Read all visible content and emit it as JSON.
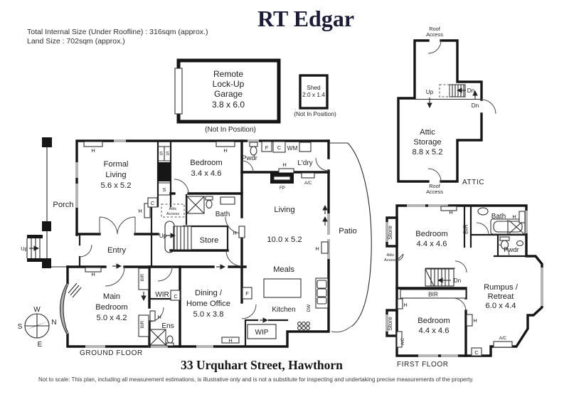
{
  "header": {
    "brand": "RT Edgar",
    "total_size": "Total Internal Size (Under Roofline) : 316sqm (approx.)",
    "land_size": "Land Size : 702sqm (approx.)"
  },
  "outbuildings": {
    "garage": {
      "l1": "Remote",
      "l2": "Lock-Up",
      "l3": "Garage",
      "dims": "3.8 x 6.0",
      "note": "(Not In Position)"
    },
    "shed": {
      "name": "Shed",
      "dims": "2.0 x 1.4",
      "note": "(Not In Position)"
    }
  },
  "attic": {
    "l1": "Attic",
    "l2": "Storage",
    "dims": "8.8 x 5.2",
    "roof1": "Roof",
    "roof2": "Access",
    "label": "ATTIC"
  },
  "ground": {
    "label": "GROUND FLOOR",
    "porch": "Porch",
    "entry": "Entry",
    "formal1": "Formal",
    "formal2": "Living",
    "formal_dims": "5.6 x 5.2",
    "bed1": "Bedroom",
    "bed_dims": "3.4 x 4.6",
    "pwdr": "Pwdr",
    "ldry": "L'dry",
    "bath": "Bath",
    "store": "Store",
    "attic1": "Attic",
    "attic2": "Access",
    "living": "Living",
    "living_dims": "10.0 x 5.2",
    "meals": "Meals",
    "kitchen": "Kitchen",
    "patio": "Patio",
    "wip": "WIP",
    "main1": "Main",
    "main2": "Bedroom",
    "main_dims": "5.0 x 4.2",
    "wir": "WIR",
    "ens": "Ens",
    "dining1": "Dining /",
    "dining2": "Home Office",
    "dining_dims": "5.0 x 3.8"
  },
  "first": {
    "label": "FIRST FLOOR",
    "bed1a": "Bedroom",
    "bed1b": "4.4 x 4.6",
    "bed2a": "Bedroom",
    "bed2b": "4.4 x 4.6",
    "rumpus1": "Rumpus /",
    "rumpus2": "Retreat",
    "rumpus_dims": "6.0 x 4.4",
    "bath": "Bath",
    "pwdr": "Pwdr",
    "store": "Store",
    "bir": "BIR",
    "attic1": "Attic",
    "attic2": "Access"
  },
  "markers": {
    "h": "H",
    "s": "S",
    "c": "C",
    "f": "F",
    "wm": "WM",
    "fp": "FP",
    "ac": "A/C",
    "dw": "DW",
    "bir": "BIR",
    "up": "Up",
    "dn": "Dn"
  },
  "compass": {
    "n": "N",
    "s": "S",
    "e": "E",
    "w": "W"
  },
  "footer": {
    "address": "33 Urquhart Street, Hawthorn",
    "disclaimer": "Not to scale: This plan, including all measurement estimations, is illustrative only and is not a substitute for inspecting and undertaking precise measurements of the property."
  }
}
